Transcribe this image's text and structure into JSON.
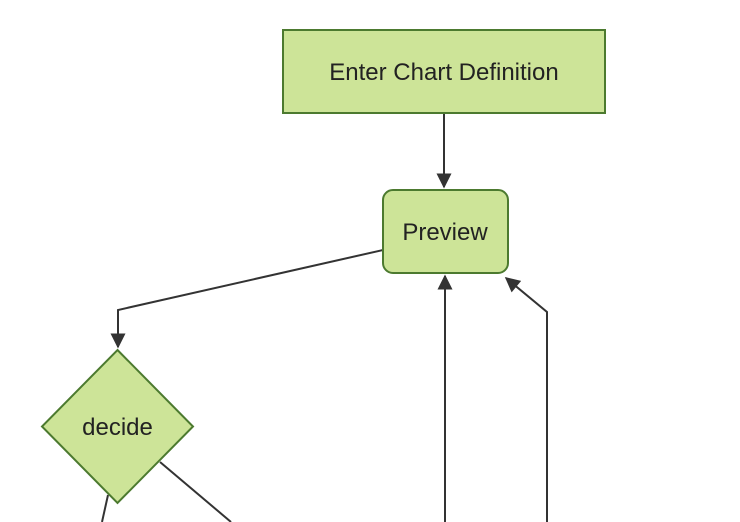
{
  "diagram": {
    "type": "flowchart",
    "background": "#ffffff",
    "colors": {
      "node_fill": "#cde498",
      "node_border": "#4c7a2f",
      "edge_line": "#333333",
      "arrowhead": "#333333",
      "label_text": "#222222"
    },
    "nodes": [
      {
        "id": "enter-chart-definition",
        "shape": "rectangle",
        "label": "Enter Chart Definition"
      },
      {
        "id": "preview",
        "shape": "rounded-rectangle",
        "label": "Preview"
      },
      {
        "id": "decide",
        "shape": "diamond",
        "label": "decide"
      }
    ],
    "edges": [
      {
        "from": "enter-chart-definition",
        "to": "preview",
        "arrow": true
      },
      {
        "from": "preview",
        "to": "decide",
        "arrow": true
      },
      {
        "from": "offscreen-bottom-1",
        "to": "preview",
        "arrow": true
      },
      {
        "from": "offscreen-bottom-2",
        "to": "preview",
        "arrow": true
      },
      {
        "from": "decide",
        "to": "offscreen-bottom-left",
        "arrow": false
      },
      {
        "from": "decide",
        "to": "offscreen-bottom-right",
        "arrow": false
      }
    ]
  }
}
